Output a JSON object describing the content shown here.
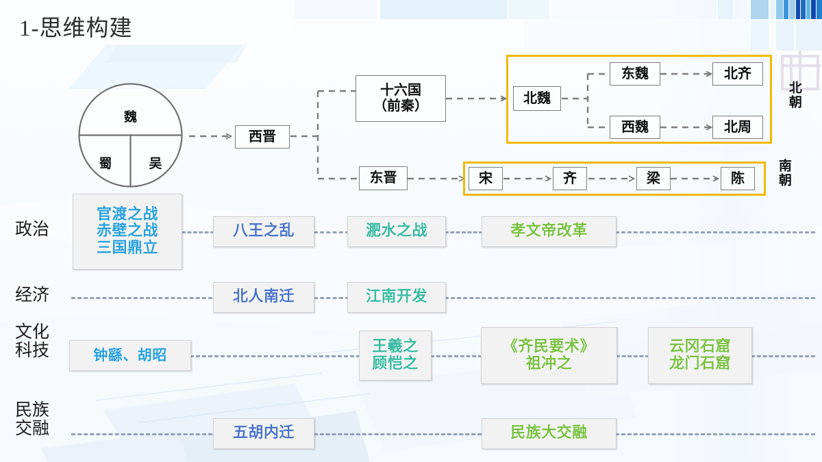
{
  "slide": {
    "title": "1-思维构建",
    "colors": {
      "sky": "#29a0dc",
      "blue": "#4a74c9",
      "teal": "#39baa2",
      "green": "#7ac143",
      "frame_orange": "#F5B800",
      "connector_gray": "#7d7d7d",
      "timeline_dash": "#8492ad"
    }
  },
  "three_kingdoms": {
    "top": "魏",
    "bottom_left": "蜀",
    "bottom_right": "吴"
  },
  "flow": {
    "xijin": "西晋",
    "shiliuguo": "十六国\n（前秦）",
    "dongjin": "东晋",
    "beiwei": "北魏",
    "dongwei": "东魏",
    "xiwei": "西魏",
    "beiqi": "北齐",
    "beizhou": "北周",
    "song": "宋",
    "qi": "齐",
    "liang": "梁",
    "chen": "陈",
    "north_label": "北朝",
    "south_label": "南朝"
  },
  "timeline": {
    "rows": [
      {
        "label": "政治",
        "items": [
          {
            "text": "官渡之战\n赤壁之战\n三国鼎立",
            "color": "c-sky"
          },
          {
            "text": "八王之乱",
            "color": "c-blue"
          },
          {
            "text": "淝水之战",
            "color": "c-teal"
          },
          {
            "text": "孝文帝改革",
            "color": "c-green"
          }
        ]
      },
      {
        "label": "经济",
        "items": [
          {
            "text": "北人南迁",
            "color": "c-blue"
          },
          {
            "text": "江南开发",
            "color": "c-teal"
          }
        ]
      },
      {
        "label": "文化\n科技",
        "items": [
          {
            "text": "钟繇、胡昭",
            "color": "c-sky"
          },
          {
            "text": "王羲之\n顾恺之",
            "color": "c-teal"
          },
          {
            "text": "《齐民要术》\n祖冲之",
            "color": "c-green"
          },
          {
            "text": "云冈石窟\n龙门石窟",
            "color": "c-green"
          }
        ]
      },
      {
        "label": "民族\n交融",
        "items": [
          {
            "text": "五胡内迁",
            "color": "c-blue"
          },
          {
            "text": "民族大交融",
            "color": "c-green"
          }
        ]
      }
    ]
  }
}
